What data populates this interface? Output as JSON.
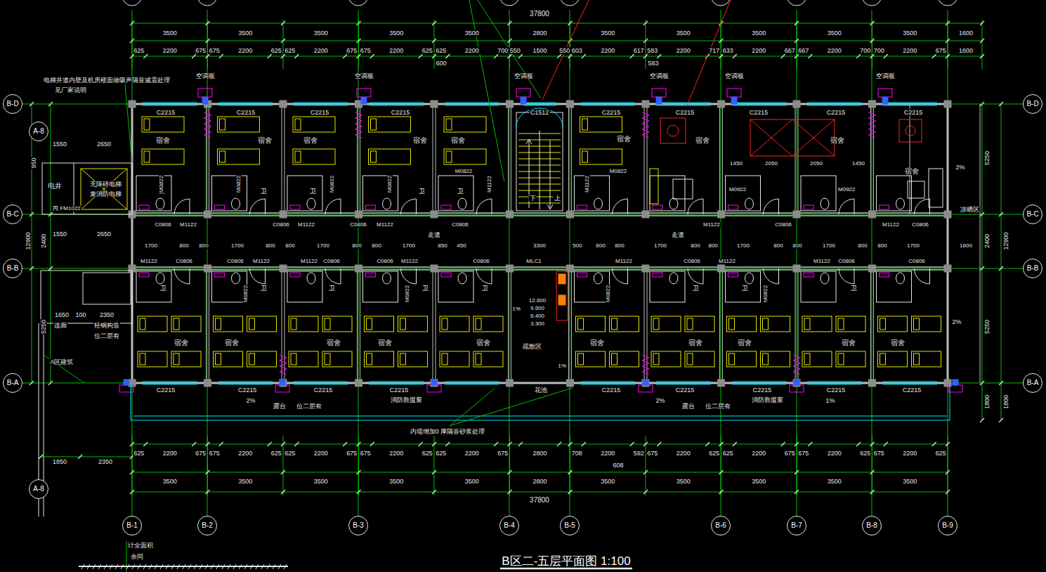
{
  "diagram": {
    "title": "B区二-五层平面图 1:100",
    "nodes": [
      {
        "text": [
          "B-D"
        ]
      },
      {
        "text": [
          "B-D"
        ]
      },
      {
        "text": [
          "A-8"
        ]
      },
      {
        "text": [
          "B-C"
        ]
      },
      {
        "text": [
          "B-C"
        ]
      },
      {
        "text": [
          "B-B"
        ]
      },
      {
        "text": [
          "B-B"
        ]
      },
      {
        "text": [
          "B-A"
        ]
      },
      {
        "text": [
          "B-A"
        ]
      },
      {
        "text": [
          "A-8"
        ]
      },
      {
        "text": [
          "B-1"
        ]
      },
      {
        "text": [
          "B-2"
        ]
      },
      {
        "text": [
          "B-3"
        ]
      },
      {
        "text": [
          "B-4"
        ]
      },
      {
        "text": [
          "B-5"
        ]
      },
      {
        "text": [
          "B-6"
        ]
      },
      {
        "text": [
          "B-7"
        ]
      },
      {
        "text": [
          "B-8"
        ]
      },
      {
        "text": [
          "B-9"
        ]
      }
    ],
    "labels": [
      "37800",
      "3500",
      "3500",
      "3500",
      "3500",
      "3500",
      "2800",
      "3500",
      "3500",
      "3500",
      "3500",
      "3500",
      "1600",
      "625",
      "2200",
      "675",
      "675",
      "2200",
      "625",
      "625",
      "2200",
      "675",
      "675",
      "2200",
      "625",
      "625",
      "2200",
      "700",
      "550",
      "1500",
      "550",
      "603",
      "2200",
      "617",
      "583",
      "2200",
      "717",
      "633",
      "2200",
      "667",
      "667",
      "2200",
      "700",
      "700",
      "2200",
      "675",
      "1600",
      "600",
      "583",
      "空调板",
      "空调板",
      "空调板",
      "空调板",
      "空调板",
      "空调板",
      "C2215",
      "C2215",
      "C2215",
      "C2215",
      "C1512",
      "C2215",
      "C2215",
      "C2215",
      "C2215",
      "C2215",
      "宿舍",
      "宿舍",
      "宿舍",
      "宿舍",
      "宿舍",
      "宿舍",
      "宿舍",
      "宿舍",
      "宿舍",
      "1450",
      "2050",
      "2050",
      "1450",
      "卫",
      "卫",
      "卫",
      "卫",
      "卫",
      "M0822",
      "M0822",
      "M0822",
      "M0822",
      "M0822",
      "M0822",
      "M0922",
      "M0922",
      "M1122",
      "M1122",
      "下",
      "上",
      "C0806",
      "M1122",
      "C0806",
      "M1122",
      "C0806",
      "M1122",
      "C0806",
      "M1122",
      "C0806",
      "M1122",
      "C0806",
      "走道",
      "走道",
      "1700",
      "800",
      "800",
      "1700",
      "800",
      "800",
      "1700",
      "800",
      "800",
      "1700",
      "850",
      "450",
      "3300",
      "500",
      "600",
      "800",
      "1700",
      "800",
      "800",
      "1700",
      "800",
      "800",
      "1700",
      "800",
      "800",
      "1700",
      "1600",
      "M1122",
      "C0806",
      "C0806",
      "M1122",
      "M1122",
      "C0806",
      "C0806",
      "M1122",
      "C0806",
      "MLC1",
      "M1122",
      "C0806",
      "M1122",
      "M1122",
      "C0806",
      "C0806",
      "1%",
      "12.600",
      "9.500",
      "6.400",
      "3.300",
      "疏散区",
      "1%",
      "宿舍",
      "宿舍",
      "宿舍",
      "宿舍",
      "宿舍",
      "宿舍",
      "宿舍",
      "宿舍",
      "宿舍",
      "宿舍",
      "卫",
      "卫",
      "卫",
      "卫",
      "卫",
      "卫",
      "卫",
      "卫",
      "M0822",
      "M0822",
      "M0822",
      "M0822",
      "C2215",
      "C2215",
      "C2215",
      "C2215",
      "花池",
      "C2215",
      "C2215",
      "C2215",
      "C2215",
      "C2215",
      "2%",
      "露台",
      "位二层有",
      "消防救援窗",
      "2%",
      "露台",
      "位二层有",
      "消防救援窗",
      "1%",
      "内墙增加0 厚隔音砂浆处理",
      "电梯井道内壁及机房楼面做吸声隔音减震处理",
      "见厂家说明",
      "1550",
      "2650",
      "电井",
      "无障碍电梯",
      "兼消防电梯",
      "丙 FM1022",
      "1550",
      "2650",
      "1650",
      "100",
      "2350",
      "连廊",
      "轻钢构造",
      "位二层有",
      "A区建筑",
      "12900",
      "2400",
      "5250",
      "950",
      "2%",
      "凉晒区",
      "2%",
      "5250",
      "2400",
      "5250",
      "1800",
      "12900",
      "1800",
      "1850",
      "2350",
      "625",
      "2200",
      "675",
      "675",
      "2200",
      "625",
      "625",
      "2200",
      "675",
      "675",
      "2200",
      "625",
      "625",
      "2200",
      "675",
      "2800",
      "708",
      "2200",
      "592",
      "675",
      "2200",
      "625",
      "625",
      "2200",
      "675",
      "675",
      "2200",
      "625",
      "675",
      "2200",
      "625",
      "608",
      "3500",
      "3500",
      "3500",
      "3500",
      "3500",
      "2800",
      "3500",
      "3500",
      "3500",
      "3500",
      "3500",
      "37800",
      "计全面积",
      "余同"
    ]
  }
}
